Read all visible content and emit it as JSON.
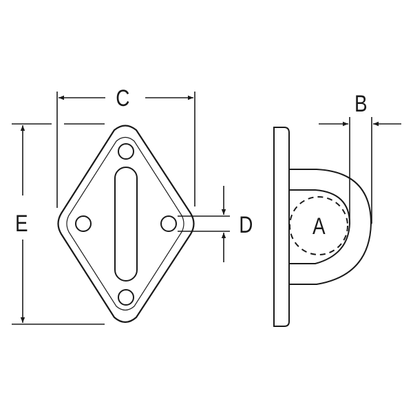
{
  "diagram": {
    "subject": "Diamond pad eye technical drawing",
    "views": [
      "front-view",
      "side-view"
    ],
    "stroke_color": "#1a1a1a",
    "background": "#ffffff"
  },
  "dimensions": {
    "a": {
      "label": "A",
      "meaning": "inner loop diameter (dashed circle)"
    },
    "b": {
      "label": "B",
      "meaning": "loop wire thickness"
    },
    "c": {
      "label": "C",
      "meaning": "plate width"
    },
    "d": {
      "label": "D",
      "meaning": "mounting hole diameter"
    },
    "e": {
      "label": "E",
      "meaning": "plate height"
    }
  }
}
